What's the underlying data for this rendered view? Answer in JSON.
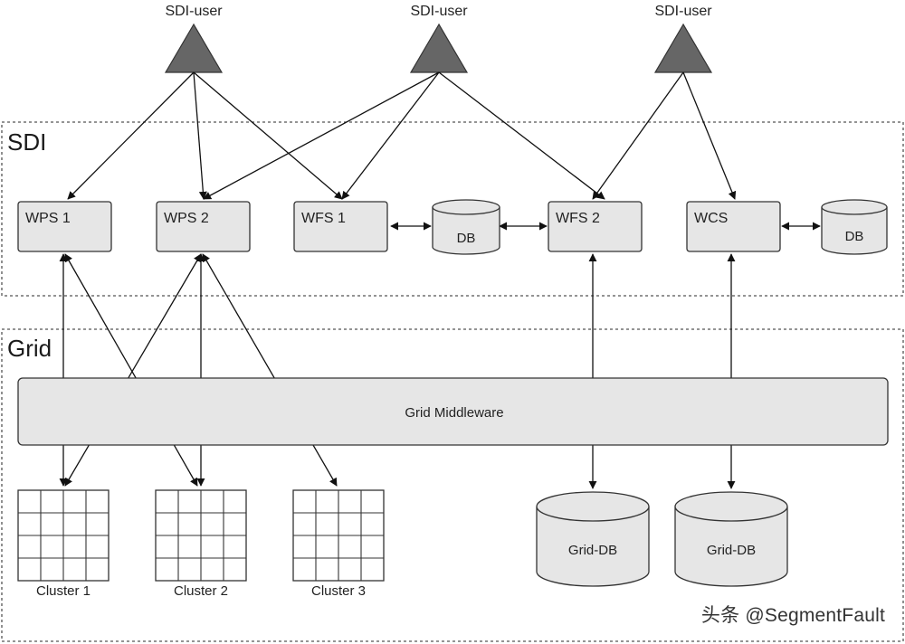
{
  "users": [
    {
      "label": "SDI-user"
    },
    {
      "label": "SDI-user"
    },
    {
      "label": "SDI-user"
    }
  ],
  "regions": {
    "sdi": {
      "label": "SDI"
    },
    "grid": {
      "label": "Grid"
    }
  },
  "services": [
    {
      "label": "WPS 1"
    },
    {
      "label": "WPS 2"
    },
    {
      "label": "WFS 1"
    },
    {
      "label": "WFS 2"
    },
    {
      "label": "WCS"
    }
  ],
  "databases": [
    {
      "label": "DB"
    },
    {
      "label": "DB"
    }
  ],
  "middleware": {
    "label": "Grid Middleware"
  },
  "grid_databases": [
    {
      "label": "Grid-DB"
    },
    {
      "label": "Grid-DB"
    }
  ],
  "clusters": [
    {
      "label": "Cluster 1"
    },
    {
      "label": "Cluster 2"
    },
    {
      "label": "Cluster 3"
    }
  ],
  "watermark": {
    "text": "头条 @SegmentFault"
  },
  "colors": {
    "triangle": "#666666",
    "box_fill": "#e6e6e6",
    "stroke": "#333333"
  }
}
